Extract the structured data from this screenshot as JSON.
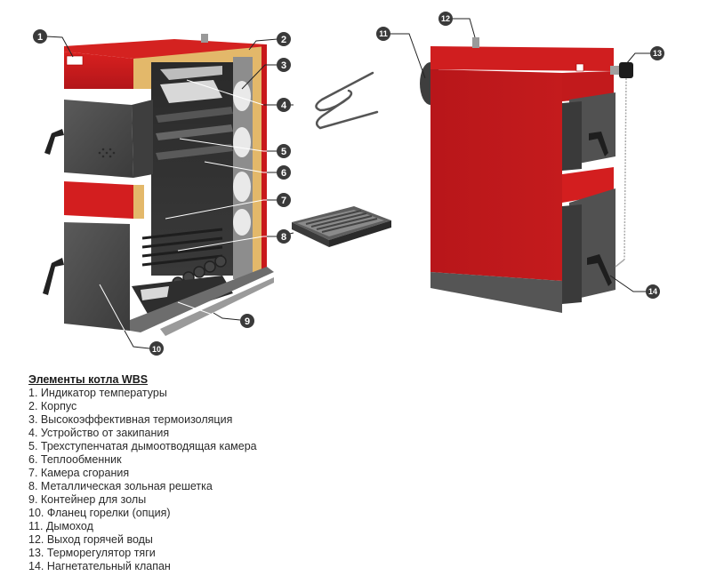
{
  "legend": {
    "title": "Элементы котла WBS",
    "items": [
      {
        "num": "1",
        "label": "1. Индикатор температуры"
      },
      {
        "num": "2",
        "label": "2. Корпус"
      },
      {
        "num": "3",
        "label": "3. Высокоэффективная термоизоляция"
      },
      {
        "num": "4",
        "label": "4. Устройство от закипания"
      },
      {
        "num": "5",
        "label": "5. Трехступенчатая дымоотводящая камера"
      },
      {
        "num": "6",
        "label": "6. Теплообменник"
      },
      {
        "num": "7",
        "label": "7. Камера сгорания"
      },
      {
        "num": "8",
        "label": "8. Металлическая зольная решетка"
      },
      {
        "num": "9",
        "label": "9. Контейнер для золы"
      },
      {
        "num": "10",
        "label": "10. Фланец горелки (опция)"
      },
      {
        "num": "11",
        "label": "11. Дымоход"
      },
      {
        "num": "12",
        "label": "12. Выход горячей воды"
      },
      {
        "num": "13",
        "label": "13. Терморегулятор тяги"
      },
      {
        "num": "14",
        "label": "14. Нагнетательный клапан"
      }
    ]
  },
  "callouts": {
    "c1": "1",
    "c2": "2",
    "c3": "3",
    "c4": "4",
    "c5": "5",
    "c6": "6",
    "c7": "7",
    "c8": "8",
    "c9": "9",
    "c10": "10",
    "c11": "11",
    "c12": "12",
    "c13": "13",
    "c14": "14"
  },
  "colors": {
    "body_red": "#c8191b",
    "body_red_dark": "#a51214",
    "door_grey": "#4a4a4a",
    "insulation": "#e3b86a",
    "callout_badge": "#3a3a3a"
  }
}
